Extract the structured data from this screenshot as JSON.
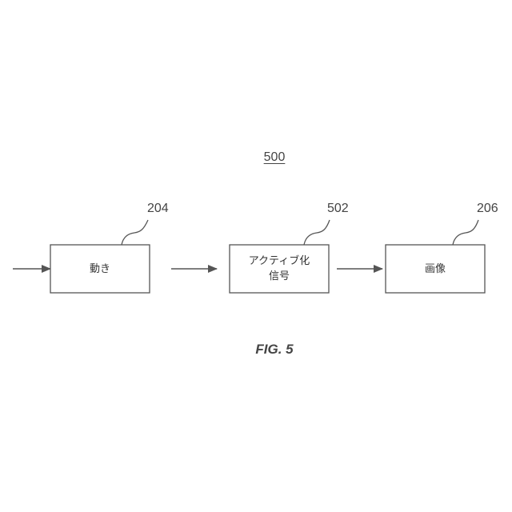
{
  "figure_number": "500",
  "caption": "FIG. 5",
  "blocks": [
    {
      "id": "motion",
      "label": "動き",
      "ref": "204"
    },
    {
      "id": "activation-signal",
      "label_line1": "アクティブ化",
      "label_line2": "信号",
      "ref": "502"
    },
    {
      "id": "image",
      "label": "画像",
      "ref": "206"
    }
  ],
  "colors": {
    "line": "#555555",
    "text": "#444444",
    "background": "#ffffff"
  }
}
